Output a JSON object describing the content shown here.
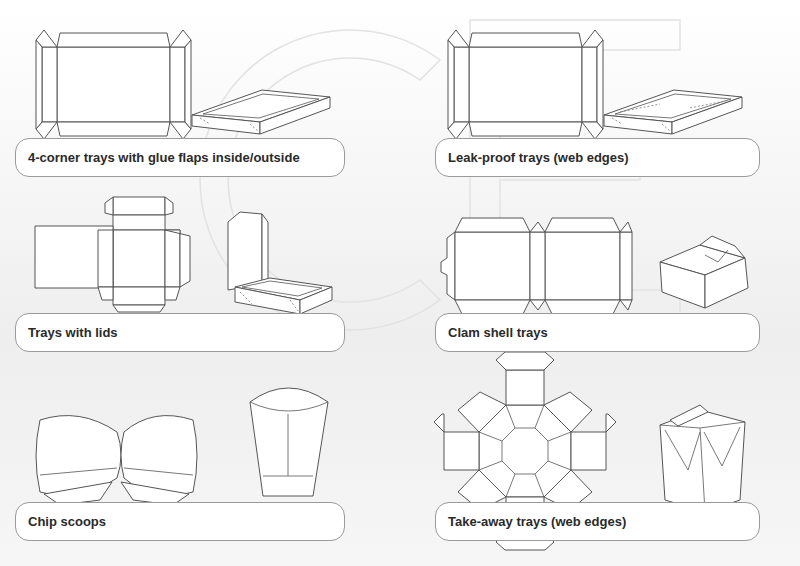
{
  "diagram": {
    "nodes": [
      {
        "text": [
          "4-corner trays with glue flaps inside/outside"
        ]
      },
      {
        "text": [
          "Leak-proof trays (web edges)"
        ]
      },
      {
        "text": [
          "Trays with lids"
        ]
      },
      {
        "text": [
          "Clam shell trays"
        ]
      },
      {
        "text": [
          "Chip scoops"
        ]
      },
      {
        "text": [
          "Take-away trays (web edges)"
        ]
      }
    ]
  }
}
